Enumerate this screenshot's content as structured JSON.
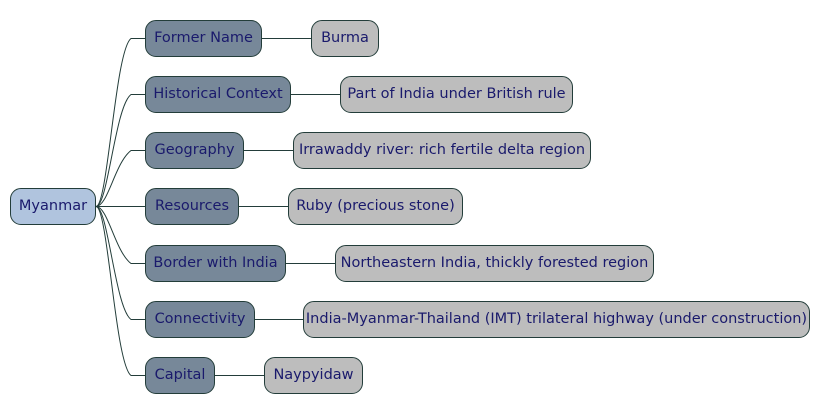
{
  "mindmap": {
    "root": "Myanmar",
    "colors": {
      "root": "#b0c4de",
      "topic": "#778899",
      "leaf": "#bdbdbd",
      "line": "#233d3a",
      "text": "#1a1a6c"
    },
    "branches": [
      {
        "topic": "Former Name",
        "detail": "Burma"
      },
      {
        "topic": "Historical Context",
        "detail": "Part of India under British rule"
      },
      {
        "topic": "Geography",
        "detail": "Irrawaddy river: rich fertile delta region"
      },
      {
        "topic": "Resources",
        "detail": "Ruby (precious stone)"
      },
      {
        "topic": "Border with India",
        "detail": "Northeastern India, thickly forested region"
      },
      {
        "topic": "Connectivity",
        "detail": "India-Myanmar-Thailand (IMT) trilateral highway (under construction)"
      },
      {
        "topic": "Capital",
        "detail": "Naypyidaw"
      }
    ]
  }
}
